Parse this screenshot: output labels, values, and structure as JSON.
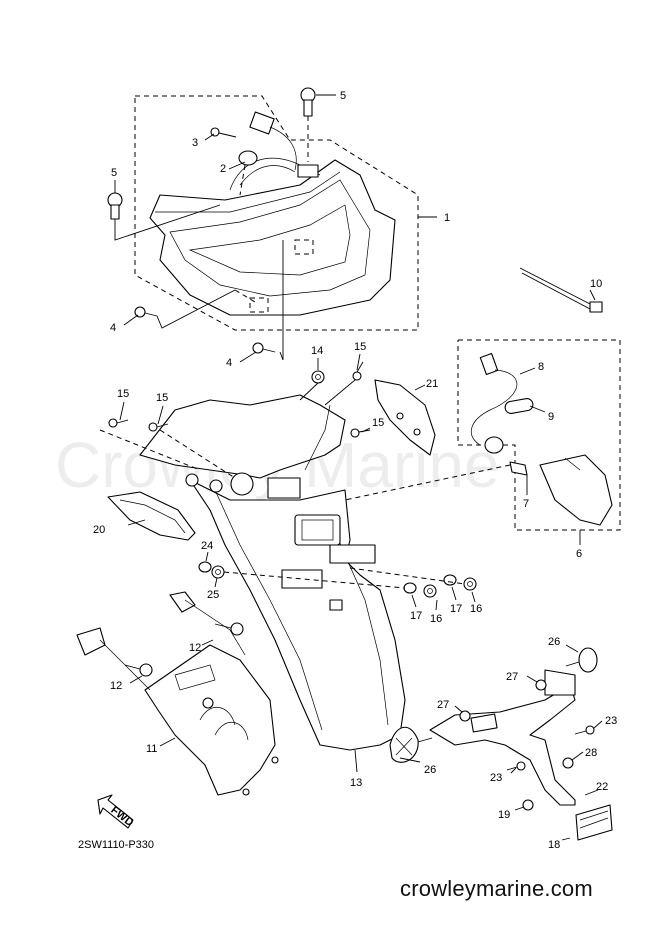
{
  "diagram": {
    "code": "2SW1110-P330",
    "watermark": "Crowley Marine",
    "fwd_label": "FWD",
    "site": "crowleymarine.com",
    "callouts": [
      "1",
      "2",
      "3",
      "4",
      "4",
      "5",
      "5",
      "6",
      "7",
      "8",
      "9",
      "10",
      "11",
      "12",
      "12",
      "13",
      "14",
      "15",
      "15",
      "15",
      "15",
      "16",
      "16",
      "17",
      "17",
      "18",
      "19",
      "20",
      "21",
      "22",
      "23",
      "23",
      "24",
      "25",
      "26",
      "26",
      "27",
      "27",
      "28"
    ]
  }
}
